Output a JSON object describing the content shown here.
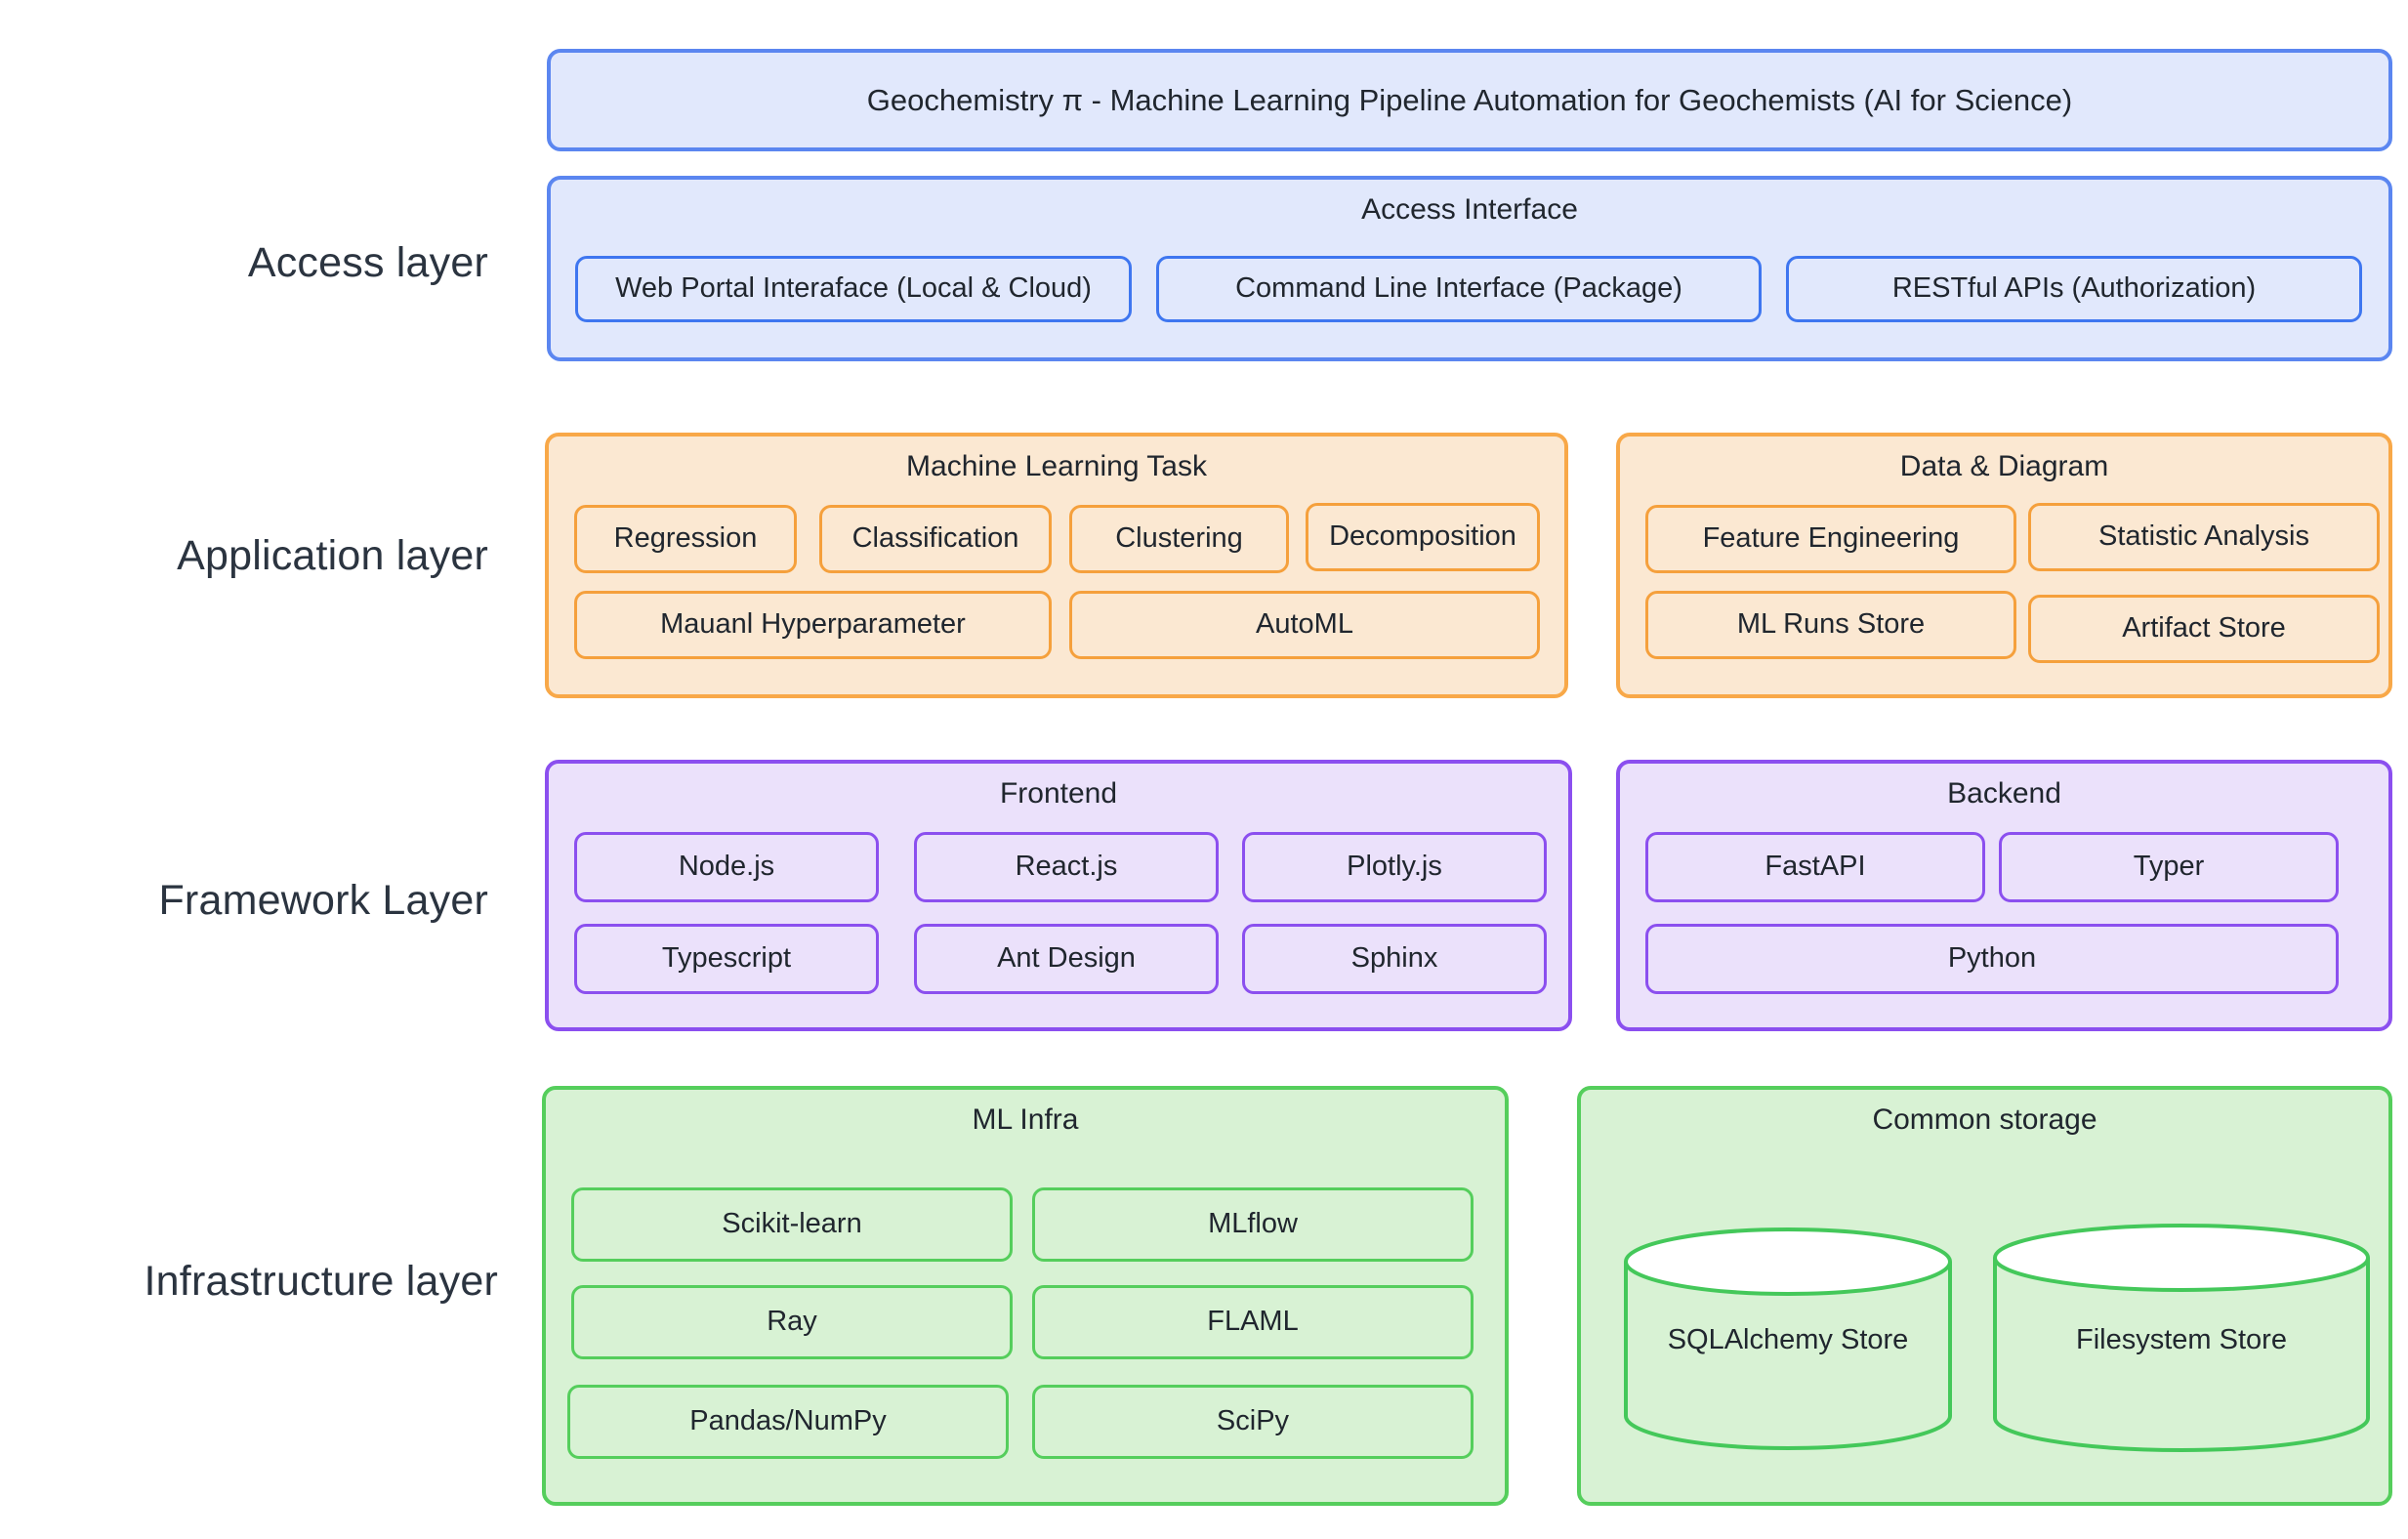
{
  "title_bar": {
    "text": "Geochemistry π - Machine Learning Pipeline Automation for Geochemists (AI for Science)"
  },
  "layer_labels": {
    "access": "Access layer",
    "application": "Application layer",
    "framework": "Framework Layer",
    "infrastructure": "Infrastructure layer"
  },
  "access_layer": {
    "group_title": "Access Interface",
    "items": [
      {
        "label": "Web Portal Interaface (Local & Cloud)"
      },
      {
        "label": "Command Line Interface (Package)"
      },
      {
        "label": "RESTful APIs (Authorization)"
      }
    ]
  },
  "application_layer": {
    "groups": [
      {
        "title": "Machine Learning Task",
        "items": [
          {
            "label": "Regression"
          },
          {
            "label": "Classification"
          },
          {
            "label": "Clustering"
          },
          {
            "label": "Decomposition"
          },
          {
            "label": "Mauanl Hyperparameter"
          },
          {
            "label": "AutoML"
          }
        ]
      },
      {
        "title": "Data & Diagram",
        "items": [
          {
            "label": "Feature Engineering"
          },
          {
            "label": "Statistic Analysis"
          },
          {
            "label": "ML Runs Store"
          },
          {
            "label": "Artifact Store"
          }
        ]
      }
    ]
  },
  "framework_layer": {
    "groups": [
      {
        "title": "Frontend",
        "items": [
          {
            "label": "Node.js"
          },
          {
            "label": "React.js"
          },
          {
            "label": "Plotly.js"
          },
          {
            "label": "Typescript"
          },
          {
            "label": "Ant Design"
          },
          {
            "label": "Sphinx"
          }
        ]
      },
      {
        "title": "Backend",
        "items": [
          {
            "label": "FastAPI"
          },
          {
            "label": "Typer"
          },
          {
            "label": "Python"
          }
        ]
      }
    ]
  },
  "infrastructure_layer": {
    "groups": [
      {
        "title": "ML Infra",
        "items": [
          {
            "label": "Scikit-learn"
          },
          {
            "label": "MLflow"
          },
          {
            "label": "Ray"
          },
          {
            "label": "FLAML"
          },
          {
            "label": "Pandas/NumPy"
          },
          {
            "label": "SciPy"
          }
        ]
      },
      {
        "title": "Common storage",
        "items": [
          {
            "label": "SQLAlchemy Store"
          },
          {
            "label": "Filesystem Store"
          }
        ]
      }
    ]
  },
  "colors": {
    "access_border": "#5B86F0",
    "access_fill": "#E1E8FC",
    "application_border": "#F8A848",
    "application_fill": "#FBE8D2",
    "framework_border": "#8B4FEF",
    "framework_fill": "#EBE1FB",
    "infrastructure_border": "#55CE5C",
    "infrastructure_fill": "#D8F2D4",
    "text": "#20262E"
  }
}
